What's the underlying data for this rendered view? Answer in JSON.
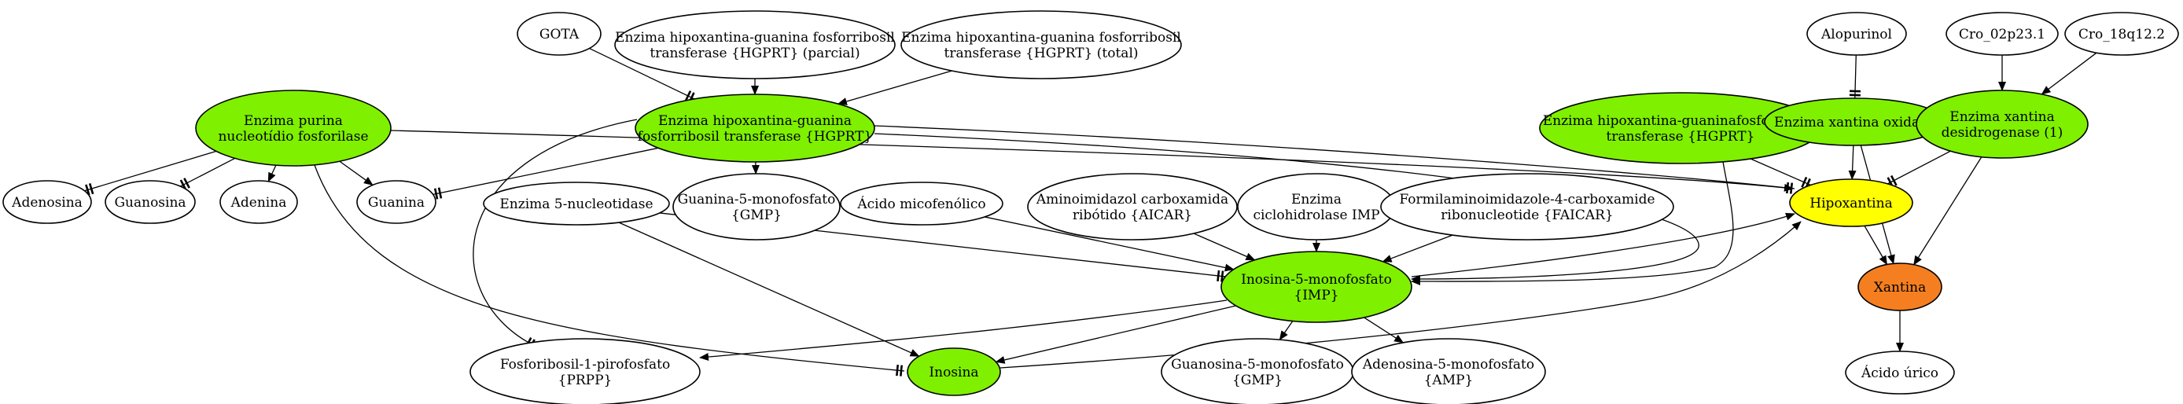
{
  "colors": {
    "default": "#ffffff",
    "enzyme": "#7ff000",
    "highlight": "#ffff00",
    "product": "#f57f20"
  },
  "nodes": [
    {
      "id": "gota",
      "lines": [
        "GOTA"
      ],
      "fill": "default"
    },
    {
      "id": "hgprt_parcial",
      "lines": [
        "Enzima hipoxantina-guanina fosforribosil",
        "transferase {HGPRT} (parcial)"
      ],
      "fill": "default"
    },
    {
      "id": "hgprt_total",
      "lines": [
        "Enzima hipoxantina-guanina fosforribosil",
        "transferase {HGPRT} (total)"
      ],
      "fill": "default"
    },
    {
      "id": "alopurinol",
      "lines": [
        "Alopurinol"
      ],
      "fill": "default"
    },
    {
      "id": "cro02",
      "lines": [
        "Cro_02p23.1"
      ],
      "fill": "default"
    },
    {
      "id": "cro18",
      "lines": [
        "Cro_18q12.2"
      ],
      "fill": "default"
    },
    {
      "id": "pnp",
      "lines": [
        "Enzima purina",
        "nucleotídio fosforilase"
      ],
      "fill": "enzyme"
    },
    {
      "id": "hgprt",
      "lines": [
        "Enzima hipoxantina-guanina",
        "fosforribosil transferase {HGPRT}"
      ],
      "fill": "enzyme"
    },
    {
      "id": "hgprt2",
      "lines": [
        "Enzima hipoxantina-guaninafosforribosil",
        "transferase {HGPRT}"
      ],
      "fill": "enzyme"
    },
    {
      "id": "xo",
      "lines": [
        "Enzima xantina oxidase"
      ],
      "fill": "enzyme"
    },
    {
      "id": "xd",
      "lines": [
        "Enzima xantina",
        "desidrogenase (1)"
      ],
      "fill": "enzyme"
    },
    {
      "id": "adenosina",
      "lines": [
        "Adenosina"
      ],
      "fill": "default"
    },
    {
      "id": "guanosina",
      "lines": [
        "Guanosina"
      ],
      "fill": "default"
    },
    {
      "id": "adenina",
      "lines": [
        "Adenina"
      ],
      "fill": "default"
    },
    {
      "id": "guanina",
      "lines": [
        "Guanina"
      ],
      "fill": "default"
    },
    {
      "id": "gmp1",
      "lines": [
        "Guanina-5-monofosfato",
        "{GMP}"
      ],
      "fill": "default"
    },
    {
      "id": "nucleotidase",
      "lines": [
        "Enzima 5-nucleotidase"
      ],
      "fill": "default"
    },
    {
      "id": "micofenolico",
      "lines": [
        "Ácido micofenólico"
      ],
      "fill": "default"
    },
    {
      "id": "aicar",
      "lines": [
        "Aminoimidazol carboxamida",
        "ribótido {AICAR}"
      ],
      "fill": "default"
    },
    {
      "id": "ciclohidrolase",
      "lines": [
        "Enzima",
        "ciclohidrolase IMP"
      ],
      "fill": "default"
    },
    {
      "id": "faicar",
      "lines": [
        "Formilaminoimidazole-4-carboxamide",
        "ribonucleotide {FAICAR}"
      ],
      "fill": "default"
    },
    {
      "id": "hipoxantina",
      "lines": [
        "Hipoxantina"
      ],
      "fill": "highlight"
    },
    {
      "id": "imp",
      "lines": [
        "Inosina-5-monofosfato",
        "{IMP}"
      ],
      "fill": "enzyme"
    },
    {
      "id": "xantina",
      "lines": [
        "Xantina"
      ],
      "fill": "product"
    },
    {
      "id": "prpp",
      "lines": [
        "Fosforibosil-1-pirofosfato",
        "{PRPP}"
      ],
      "fill": "default"
    },
    {
      "id": "inosina",
      "lines": [
        "Inosina"
      ],
      "fill": "enzyme"
    },
    {
      "id": "gmp2",
      "lines": [
        "Guanosina-5-monofosfato",
        "{GMP}"
      ],
      "fill": "default"
    },
    {
      "id": "amp",
      "lines": [
        "Adenosina-5-monofosfato",
        "{AMP}"
      ],
      "fill": "default"
    },
    {
      "id": "urico",
      "lines": [
        "Ácido úrico"
      ],
      "fill": "default"
    }
  ],
  "edges": [
    {
      "from": "gota",
      "to": "hgprt",
      "type": "inhibit"
    },
    {
      "from": "hgprt_parcial",
      "to": "hgprt",
      "type": "activate"
    },
    {
      "from": "hgprt_total",
      "to": "hgprt",
      "type": "activate"
    },
    {
      "from": "alopurinol",
      "to": "xo",
      "type": "inhibit"
    },
    {
      "from": "cro02",
      "to": "xd",
      "type": "activate"
    },
    {
      "from": "cro18",
      "to": "xd",
      "type": "activate"
    },
    {
      "from": "pnp",
      "to": "adenosina",
      "type": "inhibit"
    },
    {
      "from": "pnp",
      "to": "guanosina",
      "type": "inhibit"
    },
    {
      "from": "pnp",
      "to": "adenina",
      "type": "activate"
    },
    {
      "from": "pnp",
      "to": "guanina",
      "type": "activate"
    },
    {
      "from": "pnp",
      "to": "inosina",
      "type": "inhibit"
    },
    {
      "from": "pnp",
      "to": "hipoxantina",
      "type": "activate"
    },
    {
      "from": "hgprt",
      "to": "guanina",
      "type": "inhibit"
    },
    {
      "from": "hgprt",
      "to": "gmp1",
      "type": "activate"
    },
    {
      "from": "hgprt",
      "to": "prpp",
      "type": "inhibit"
    },
    {
      "from": "hgprt",
      "to": "hipoxantina",
      "type": "inhibit"
    },
    {
      "from": "hgprt",
      "to": "imp",
      "type": "activate"
    },
    {
      "from": "hgprt2",
      "to": "imp",
      "type": "activate"
    },
    {
      "from": "hgprt2",
      "to": "hipoxantina",
      "type": "inhibit"
    },
    {
      "from": "xo",
      "to": "hipoxantina",
      "type": "activate"
    },
    {
      "from": "xo",
      "to": "xantina",
      "type": "activate"
    },
    {
      "from": "xd",
      "to": "hipoxantina",
      "type": "inhibit"
    },
    {
      "from": "xd",
      "to": "xantina",
      "type": "activate"
    },
    {
      "from": "nucleotidase",
      "to": "imp",
      "type": "inhibit"
    },
    {
      "from": "nucleotidase",
      "to": "inosina",
      "type": "activate"
    },
    {
      "from": "micofenolico",
      "to": "imp",
      "type": "activate"
    },
    {
      "from": "aicar",
      "to": "imp",
      "type": "activate"
    },
    {
      "from": "ciclohidrolase",
      "to": "imp",
      "type": "activate"
    },
    {
      "from": "faicar",
      "to": "imp",
      "type": "activate"
    },
    {
      "from": "imp",
      "to": "prpp",
      "type": "activate"
    },
    {
      "from": "imp",
      "to": "inosina",
      "type": "activate"
    },
    {
      "from": "imp",
      "to": "gmp2",
      "type": "activate"
    },
    {
      "from": "imp",
      "to": "amp",
      "type": "activate"
    },
    {
      "from": "imp",
      "to": "hipoxantina",
      "type": "activate"
    },
    {
      "from": "inosina",
      "to": "hipoxantina",
      "type": "activate"
    },
    {
      "from": "hipoxantina",
      "to": "xantina",
      "type": "activate"
    },
    {
      "from": "xantina",
      "to": "urico",
      "type": "activate"
    }
  ]
}
